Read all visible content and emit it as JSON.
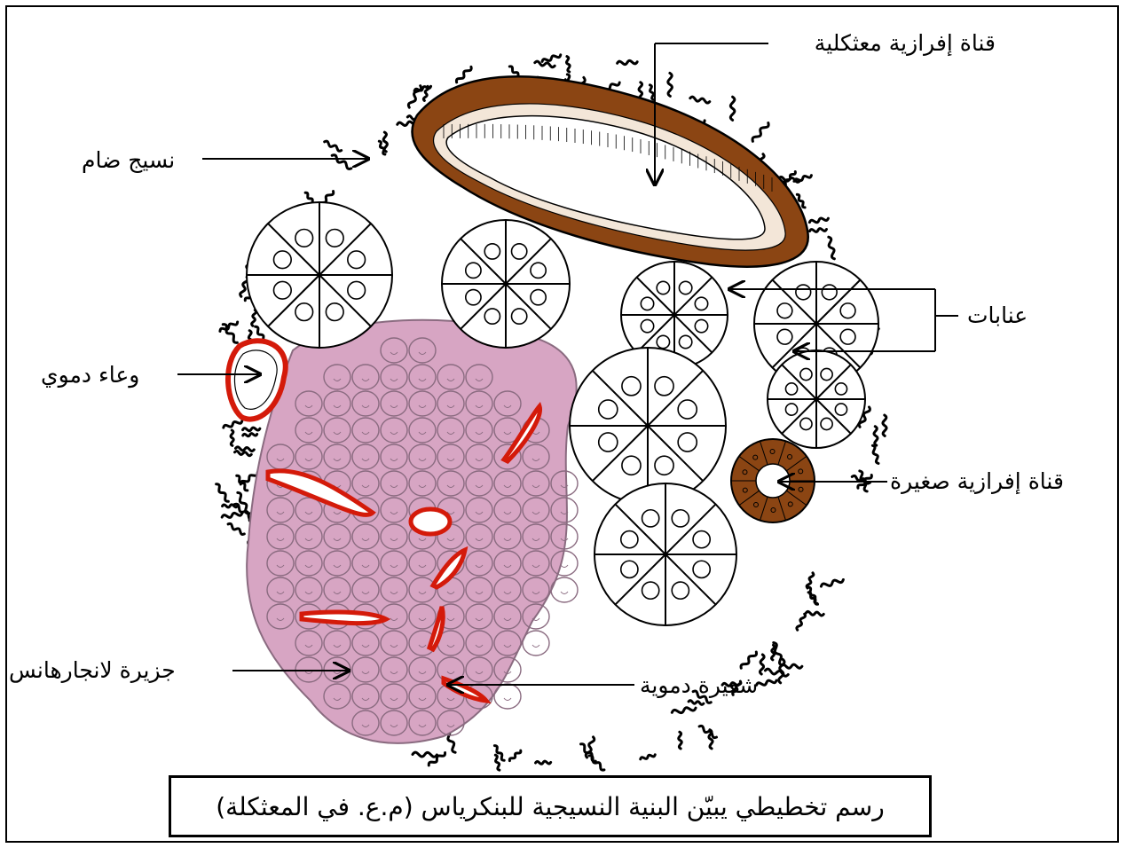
{
  "labels": {
    "duct_large": "قناة إفرازية معثكلية",
    "connective": "نسيج ضام",
    "acini": "عنابات",
    "vessel": "وعاء دموي",
    "duct_small": "قناة إفرازية صغيرة",
    "islet": "جزيرة لانجارهانس",
    "capillary": "شعيرة دموية"
  },
  "caption": "رسم تخطيطي يبيّن البنية النسيجية للبنكرياس (م.ع. في المعثكلة)",
  "colors": {
    "duct_fill": "#8b4513",
    "islet_fill": "#d7a5c3",
    "vessel_stroke": "#d41a0a",
    "line": "#000000"
  }
}
